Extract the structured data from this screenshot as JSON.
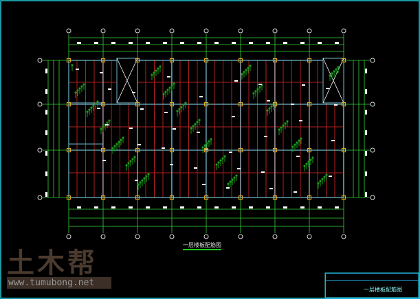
{
  "drawing": {
    "plan_label": "一层楼板配筋图",
    "title_block": {
      "drawing_name": "一层楼板配筋图"
    }
  },
  "watermark": {
    "logo": "土木帮",
    "url": "www.tumubong.net"
  },
  "colors": {
    "background": "#000000",
    "axis": "#36d436",
    "beam": "#b02020",
    "wall": "#6fb8c8",
    "rebar": "#1a9a1a",
    "column": "#e0a020",
    "frame": "#22ccdd"
  }
}
